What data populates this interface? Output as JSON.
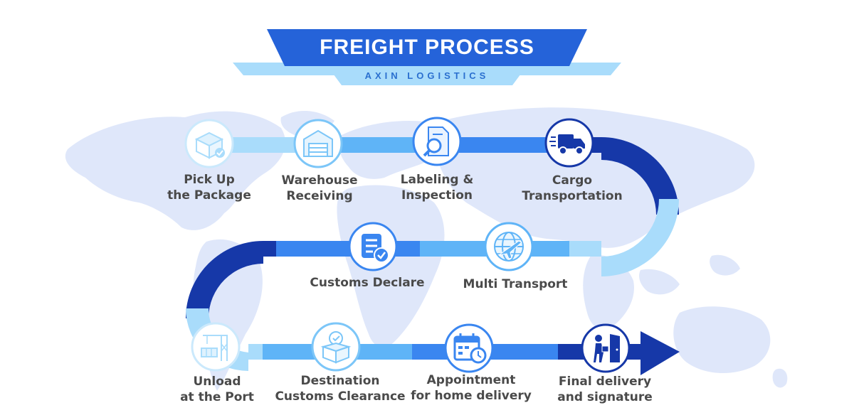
{
  "header": {
    "title": "FREIGHT PROCESS",
    "subtitle": "AXIN LOGISTICS"
  },
  "colors": {
    "dark_blue": "#1638a8",
    "mid_blue": "#3a86f0",
    "light_blue": "#5fb4f7",
    "pale_blue": "#a9dcfb",
    "title_blue": "#2563d9",
    "map": "#dfe7fa",
    "label_text": "#4a4a4a"
  },
  "steps": [
    {
      "label_line1": "Pick Up",
      "label_line2": "the Package",
      "icon": "package-box-icon"
    },
    {
      "label_line1": "Warehouse",
      "label_line2": "Receiving",
      "icon": "warehouse-icon"
    },
    {
      "label_line1": "Labeling &",
      "label_line2": "Inspection",
      "icon": "document-magnifier-icon"
    },
    {
      "label_line1": "Cargo",
      "label_line2": "Transportation",
      "icon": "delivery-truck-icon"
    },
    {
      "label_line1": "Multi Transport",
      "label_line2": "",
      "icon": "globe-airplane-icon"
    },
    {
      "label_line1": "Customs Declare",
      "label_line2": "",
      "icon": "checked-form-icon"
    },
    {
      "label_line1": "Unload",
      "label_line2": "at the Port",
      "icon": "port-crane-icon"
    },
    {
      "label_line1": "Destination",
      "label_line2": "Customs Clearance",
      "icon": "approved-box-icon"
    },
    {
      "label_line1": "Appointment",
      "label_line2": "for home delivery",
      "icon": "calendar-clock-icon"
    },
    {
      "label_line1": "Final delivery",
      "label_line2": "and signature",
      "icon": "person-door-delivery-icon"
    }
  ]
}
